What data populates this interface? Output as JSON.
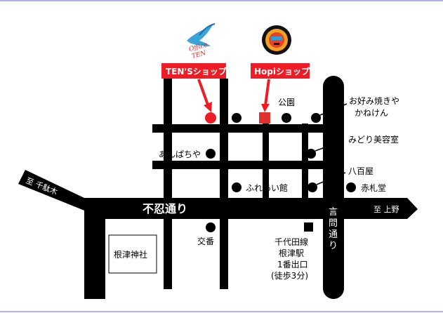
{
  "map": {
    "roads": {
      "main_road": "不忍通り",
      "left_end": "至 千駄木",
      "right_end": "至 上野",
      "cross_street": [
        "言",
        "問",
        "通",
        "り"
      ]
    },
    "shops": {
      "tens": {
        "label": "TEN'Sショップ",
        "logo_text": [
          "Office",
          "TEN"
        ],
        "color": "#ee1c25"
      },
      "hopi": {
        "label": "Hopiショップ",
        "color": "#ee1c25"
      }
    },
    "landmarks": {
      "park": "公園",
      "okonomiyaki": [
        "お好み焼きや",
        "かねけん"
      ],
      "midori": "みどり美容室",
      "anpachiya": "あんぱちや",
      "happyakuya": "八百屋",
      "akafudado": "赤札堂",
      "fureaikan": "ふれあい館",
      "koban": "交番",
      "shrine": "根津神社",
      "station": [
        "千代田線",
        "根津駅",
        "1番出口",
        "(徒歩3分)"
      ]
    }
  }
}
